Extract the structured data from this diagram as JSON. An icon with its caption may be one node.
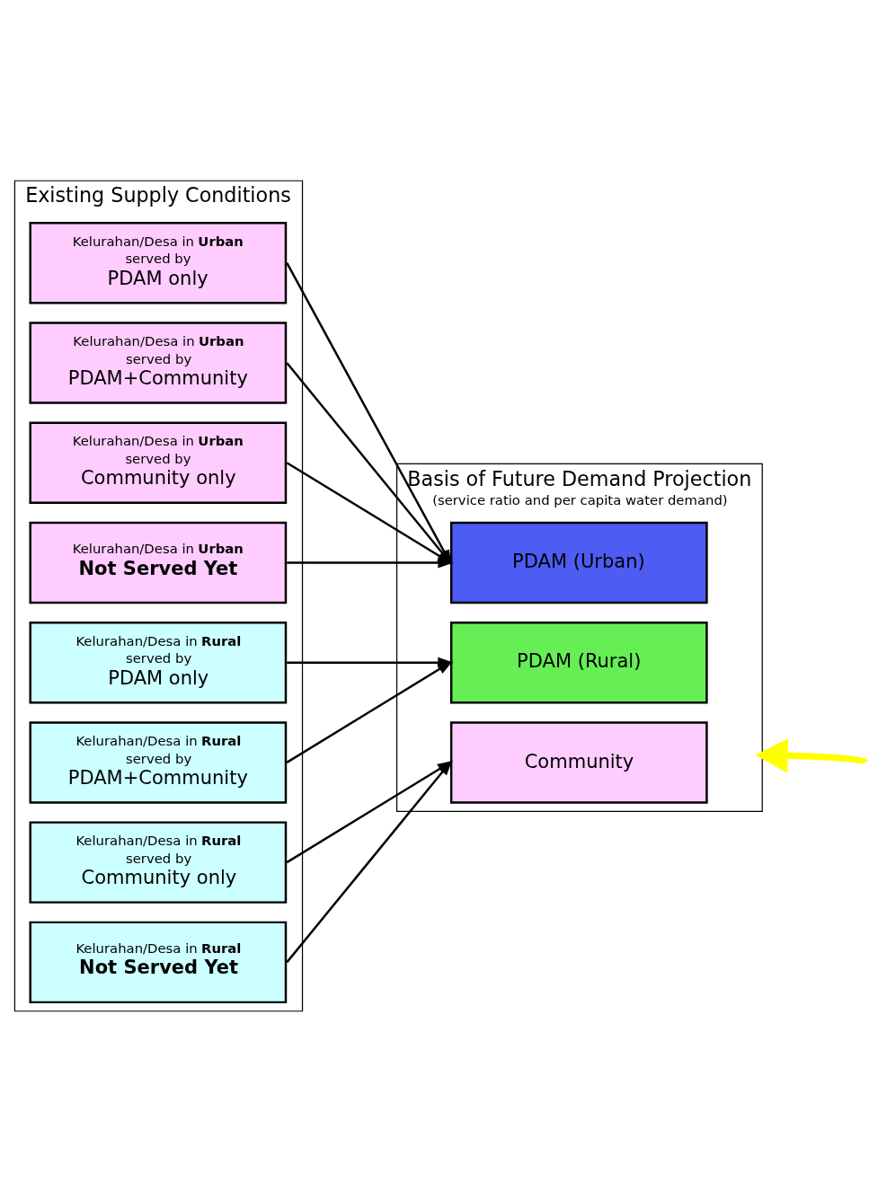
{
  "diagram": {
    "nodes": [
      {
        "text": [
          "Existing Supply Conditions"
        ]
      },
      {
        "text": [
          "Kelurahan/Desa in **Urban**",
          "served by",
          "PDAM only"
        ],
        "in": 0
      },
      {
        "text": [
          "Kelurahan/Desa in **Urban**",
          "served by",
          "PDAM+Community"
        ],
        "in": 0
      },
      {
        "text": [
          "Kelurahan/Desa in **Urban**",
          "served by",
          "Community only"
        ],
        "in": 0
      },
      {
        "text": [
          "Kelurahan/Desa in **Urban**",
          "**Not Served Yet**"
        ],
        "in": 0
      },
      {
        "text": [
          "Kelurahan/Desa in **Rural**",
          "served by",
          "PDAM only"
        ],
        "in": 0
      },
      {
        "text": [
          "Kelurahan/Desa in **Rural**",
          "served by",
          "PDAM+Community"
        ],
        "in": 0
      },
      {
        "text": [
          "Kelurahan/Desa in **Rural**",
          "served by",
          "Community only"
        ],
        "in": 0
      },
      {
        "text": [
          "Kelurahan/Desa in **Rural**",
          "**Not Served Yet**"
        ],
        "in": 0
      },
      {
        "text": [
          "Basis of Future Demand Projection",
          "(service ratio and per capita water demand)"
        ]
      },
      {
        "text": [
          "PDAM (Urban)"
        ],
        "in": 9
      },
      {
        "text": [
          "PDAM (Rural)"
        ],
        "in": 9
      },
      {
        "text": [
          "Community"
        ],
        "in": 9
      }
    ],
    "edges": [
      {
        "from": 1,
        "to": 10,
        "arrow": "to"
      },
      {
        "from": 2,
        "to": 10,
        "arrow": "to"
      },
      {
        "from": 3,
        "to": 10,
        "arrow": "to"
      },
      {
        "from": 4,
        "to": 10,
        "arrow": "to"
      },
      {
        "from": 5,
        "to": 11,
        "arrow": "to"
      },
      {
        "from": 6,
        "to": 11,
        "arrow": "to"
      },
      {
        "from": 7,
        "to": 12,
        "arrow": "to"
      },
      {
        "from": 8,
        "to": 12,
        "arrow": "to"
      },
      {
        "from": null,
        "to": 9,
        "arrow": "to",
        "style": "thick",
        "color": "#ffff00"
      }
    ]
  }
}
